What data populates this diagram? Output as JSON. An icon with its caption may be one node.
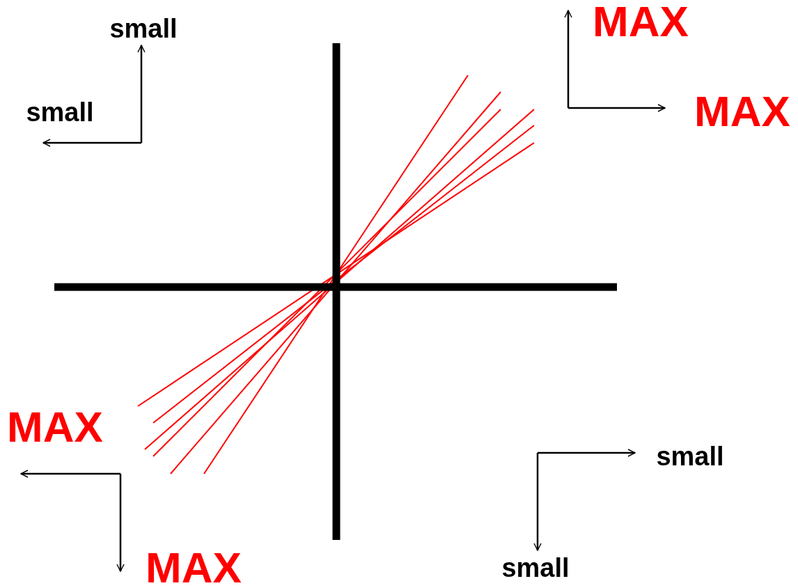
{
  "diagram": {
    "labels": [
      "MAX",
      "small",
      "small",
      "MAX",
      "MAX",
      "small",
      "MAX",
      "small"
    ]
  }
}
